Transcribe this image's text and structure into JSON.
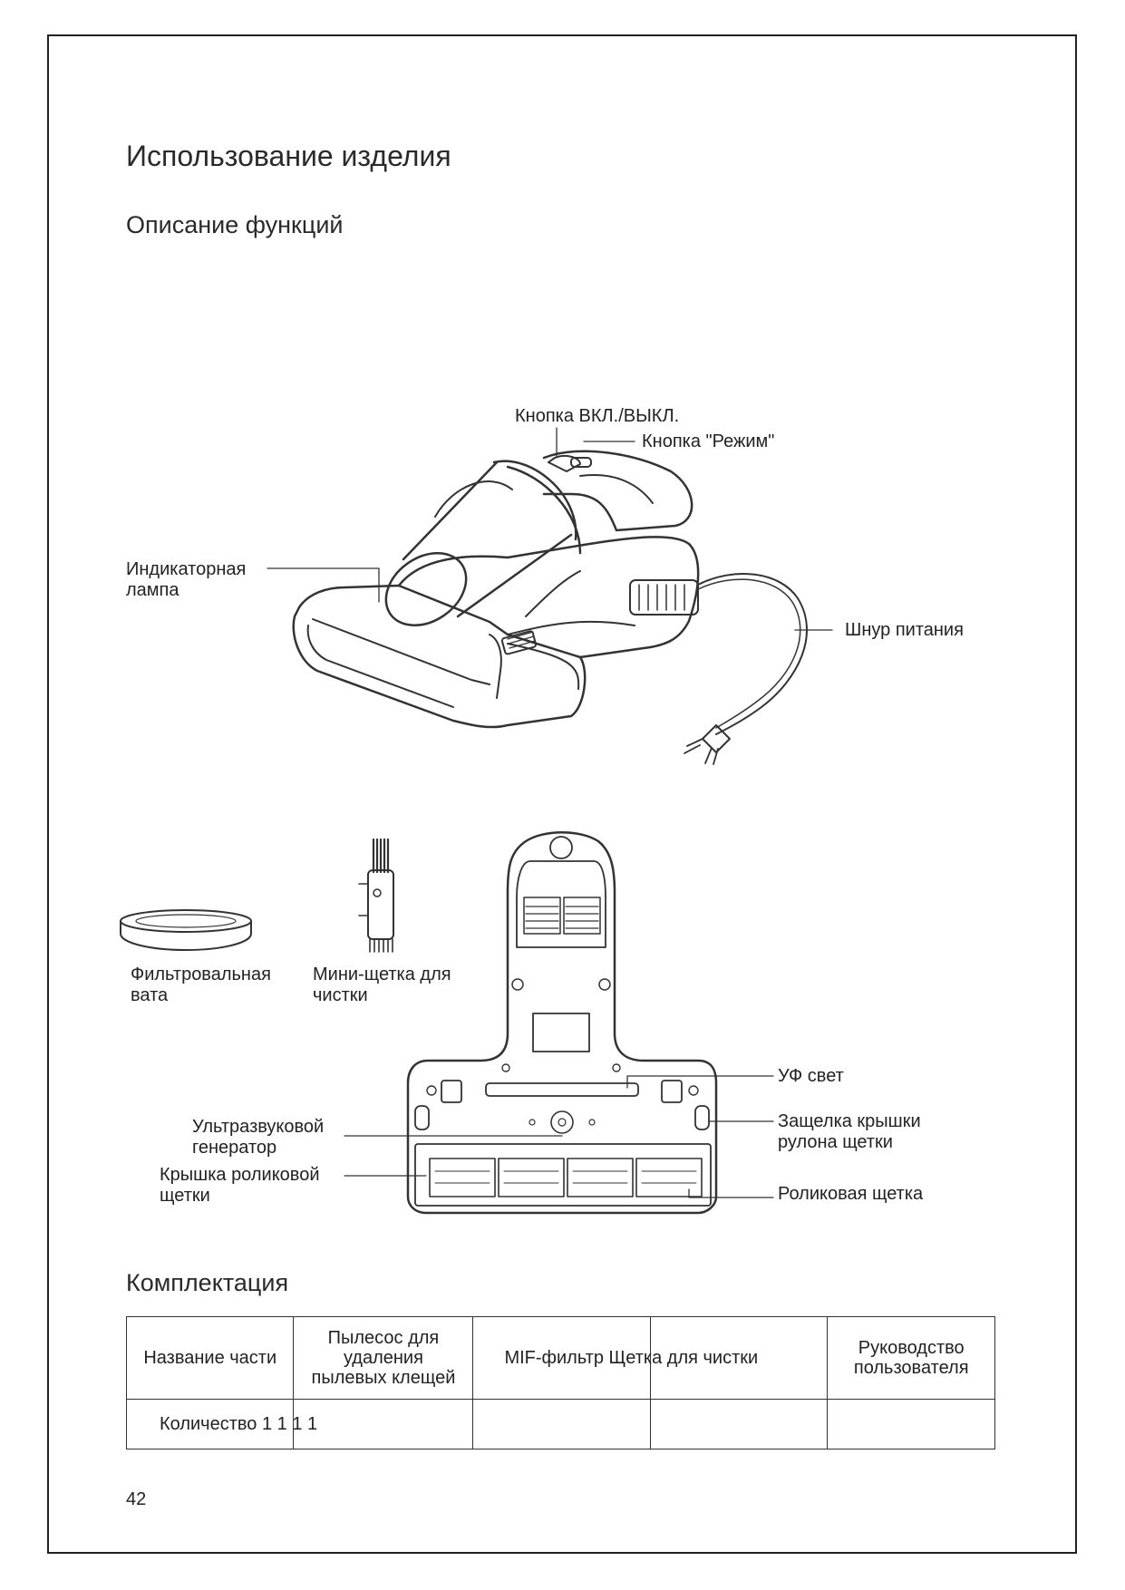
{
  "heading": "Использование изделия",
  "subheading": "Описание функций",
  "labels": {
    "power_button": "Кнопка ВКЛ./ВЫКЛ.",
    "mode_button": "Кнопка \"Режим\"",
    "indicator_l1": "Индикаторная",
    "indicator_l2": "лампа",
    "power_cord": "Шнур питания",
    "filter_l1": "Фильтровальная",
    "filter_l2": "вата",
    "minibrush_l1": "Мини-щетка для",
    "minibrush_l2": "чистки",
    "uv": "УФ свет",
    "ultra_l1": "Ультразвуковой",
    "ultra_l2": "генератор",
    "latch_l1": "Защелка крышки",
    "latch_l2": "рулона щетки",
    "cover_l1": "Крышка роликовой",
    "cover_l2": "щетки",
    "roller": "Роликовая щетка"
  },
  "kit": {
    "title": "Комплектация",
    "header_name": "Название части",
    "col1_l1": "Пылесос для",
    "col1_l2": "удаления",
    "col1_l3": "пылевых  клещей",
    "col2": "MIF-фильтр Щетка для чистки",
    "col4_l1": "Руководство",
    "col4_l2": "пользователя",
    "quantity_row": "Количество 1 1 1 1"
  },
  "page_number": "42"
}
